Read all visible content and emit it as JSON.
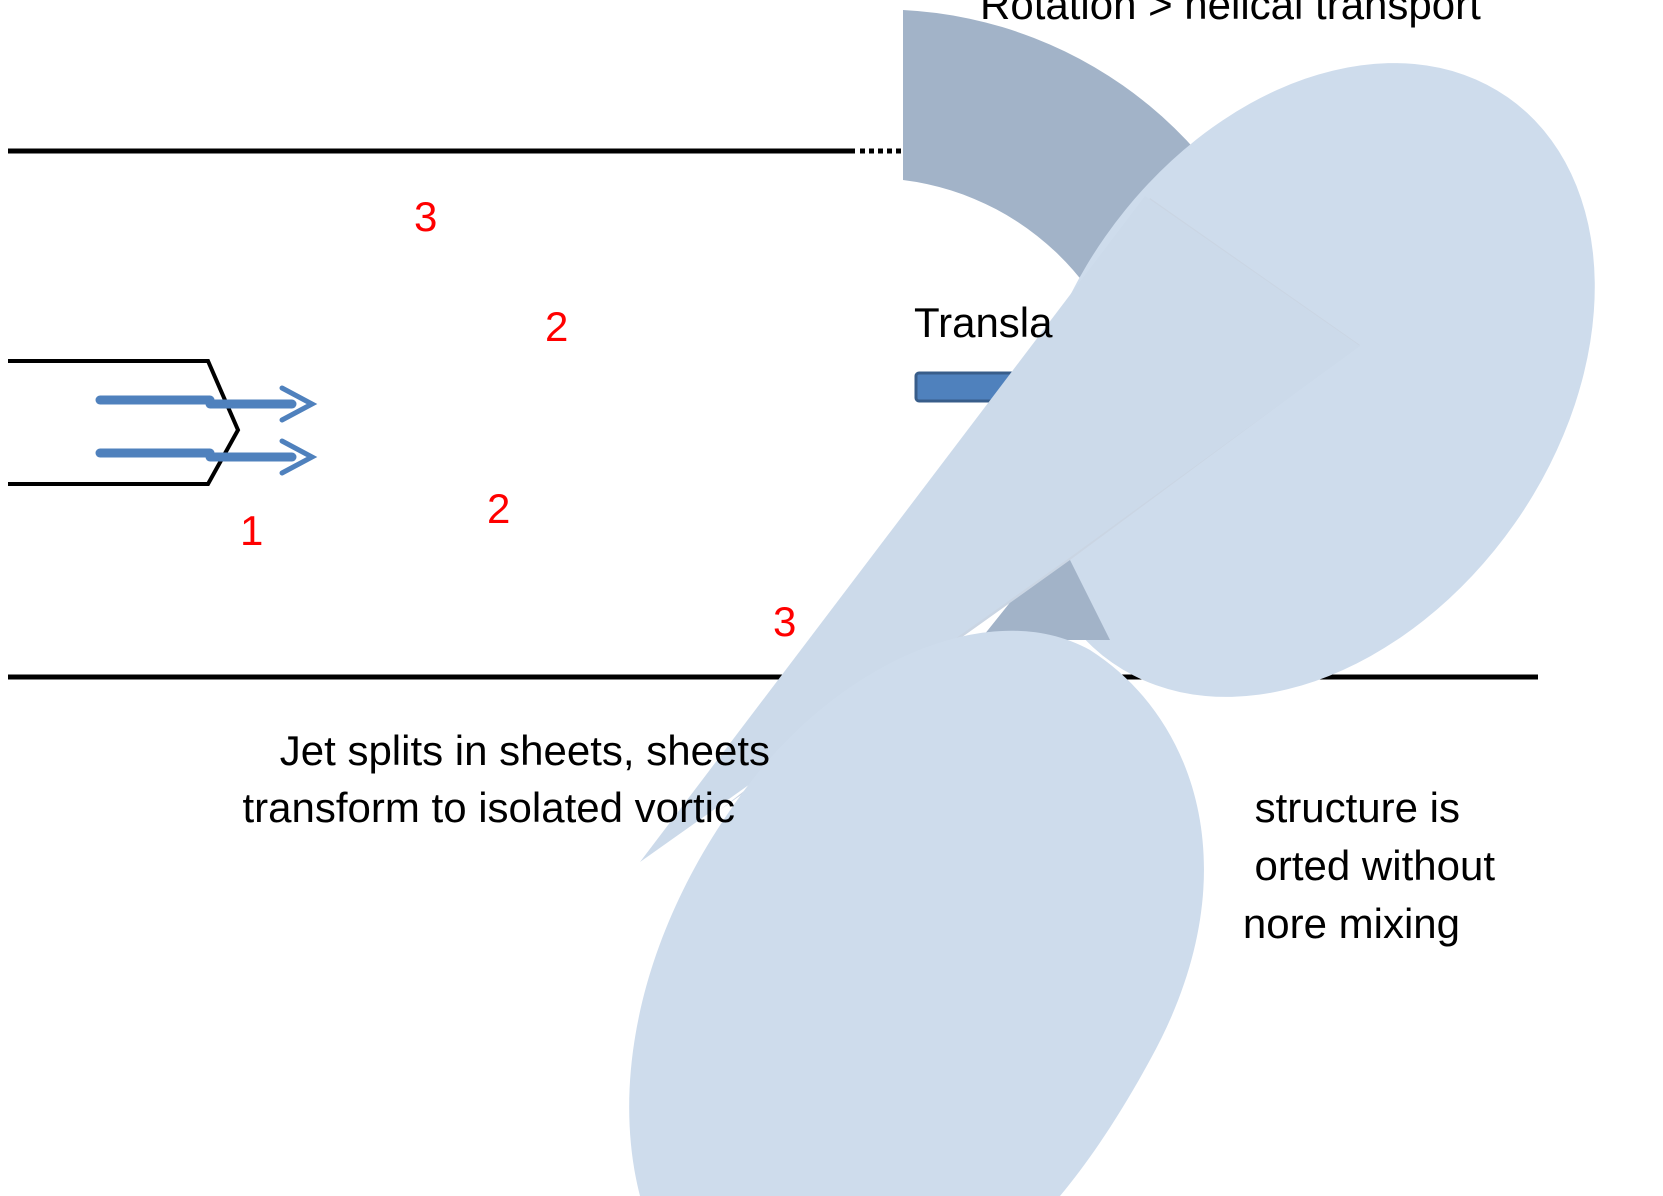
{
  "labels": {
    "header": "Rotation > helical transport",
    "translation": "Transla",
    "caption_left_line1": "Jet splits in sheets, sheets",
    "caption_left_line2": "transform to isolated vortic",
    "caption_right_line1": "structure is",
    "caption_right_line2": "orted without",
    "caption_right_line3": "nore mixing"
  },
  "markers": {
    "one": "1",
    "two_upper": "2",
    "two_lower": "2",
    "three_upper": "3",
    "three_lower": "3"
  },
  "colors": {
    "flow_arrow": "#4f81bd",
    "marker_text": "#ff0000",
    "overlay_light": "#c7d6ea",
    "overlay_dark": "#98a9c0",
    "translation_bar": "#4f81bd",
    "translation_bar_border": "#385d8a"
  }
}
